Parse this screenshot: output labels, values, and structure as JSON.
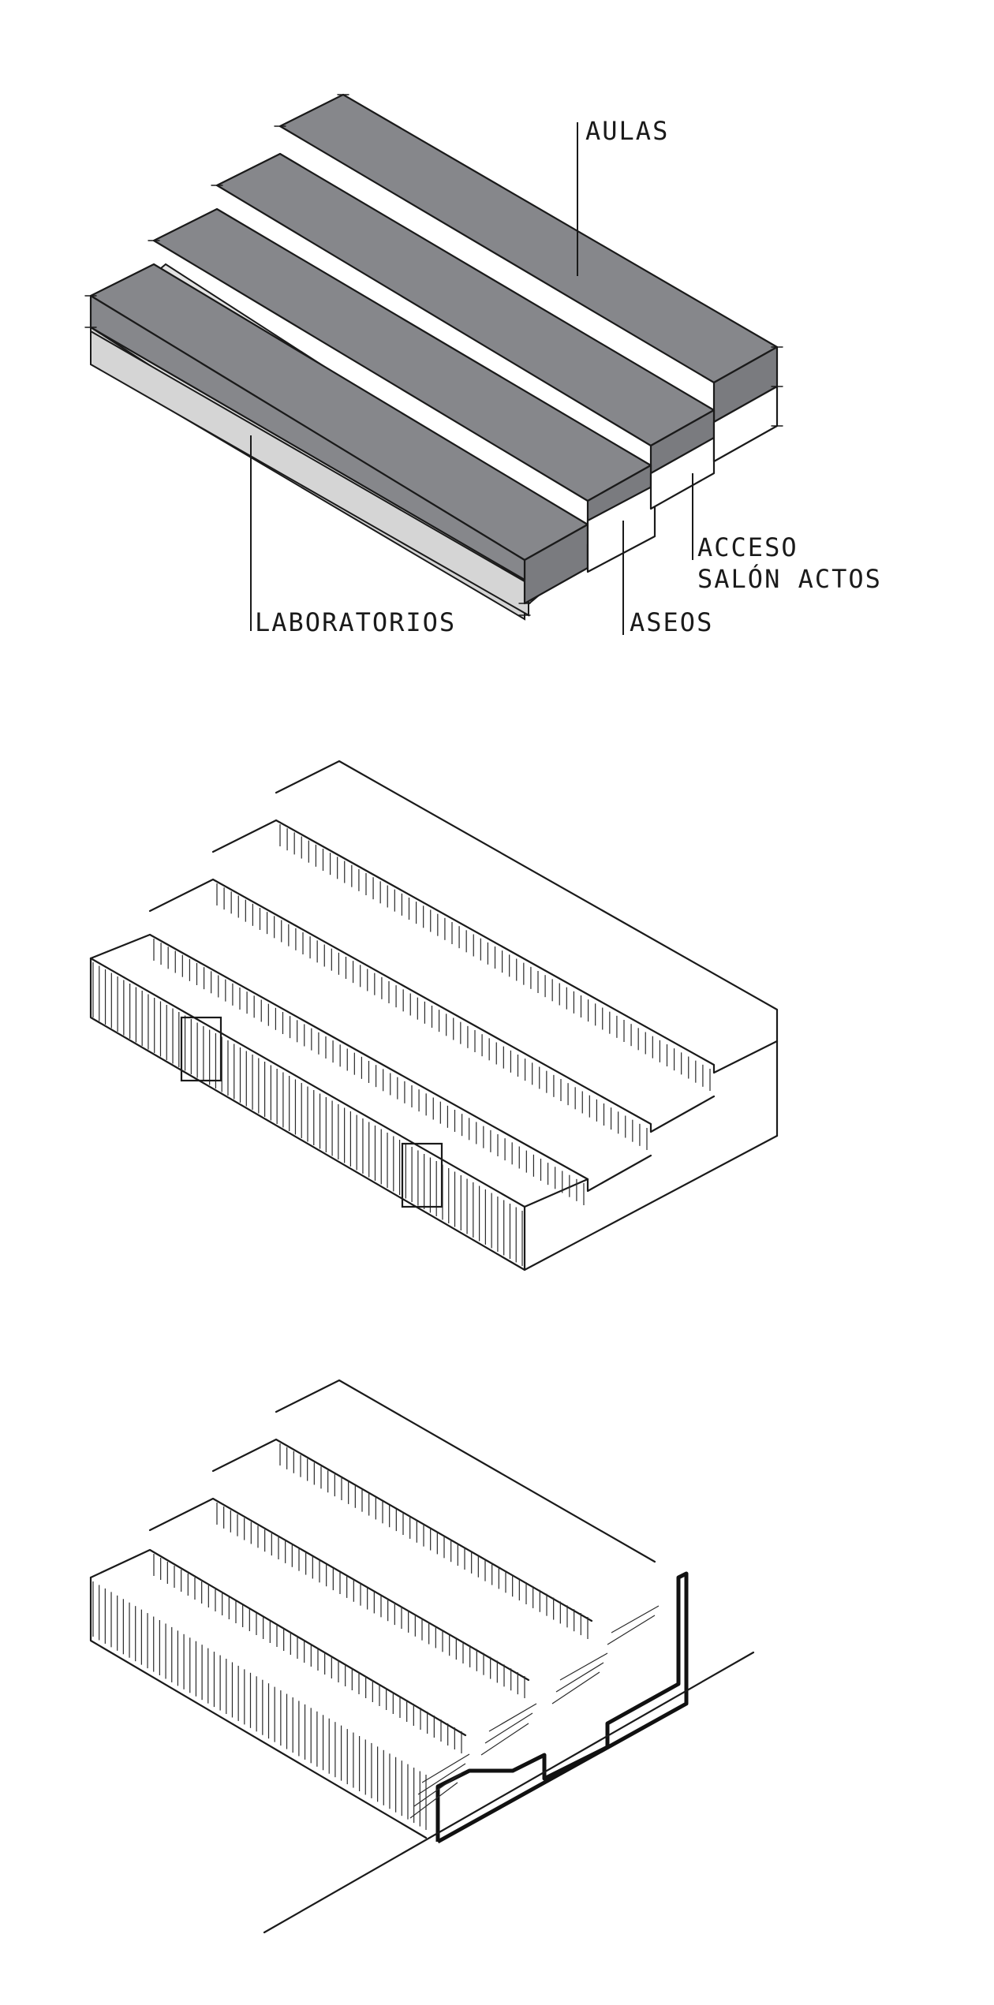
{
  "labels": {
    "aulas": "AULAS",
    "acceso_line1": "ACCESO",
    "acceso_line2": "SALÓN ACTOS",
    "laboratorios": "LABORATORIOS",
    "aseos": "ASEOS"
  },
  "colors": {
    "roof_gray": "#86878b",
    "base_light_gray": "#e3e3e3",
    "ink": "#1a1a1a"
  },
  "views": [
    {
      "name": "program-diagram"
    },
    {
      "name": "isometric-exterior"
    },
    {
      "name": "isometric-section"
    }
  ]
}
